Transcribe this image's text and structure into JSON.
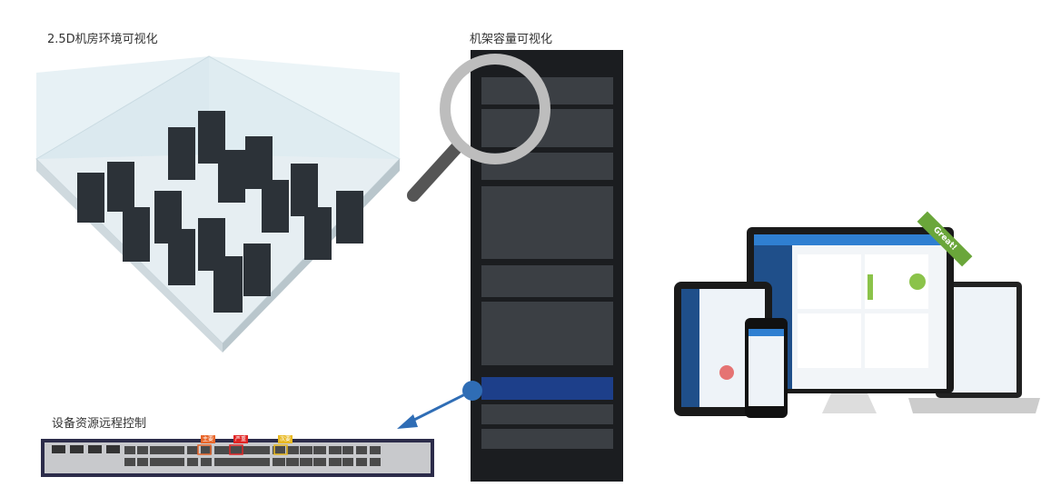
{
  "sections": {
    "room": {
      "title": "2.5D机房环境可视化"
    },
    "rack": {
      "title": "机架容量可视化"
    },
    "switch": {
      "title": "设备资源远程控制",
      "tags": [
        "主要",
        "严重",
        "次要"
      ]
    }
  },
  "devices": {
    "ribbon": "Great!"
  },
  "colors": {
    "accent": "#2f6db5",
    "major": "#e8662a",
    "critical": "#e02424",
    "minor": "#e8b820",
    "ribbon": "#6aa63a"
  }
}
